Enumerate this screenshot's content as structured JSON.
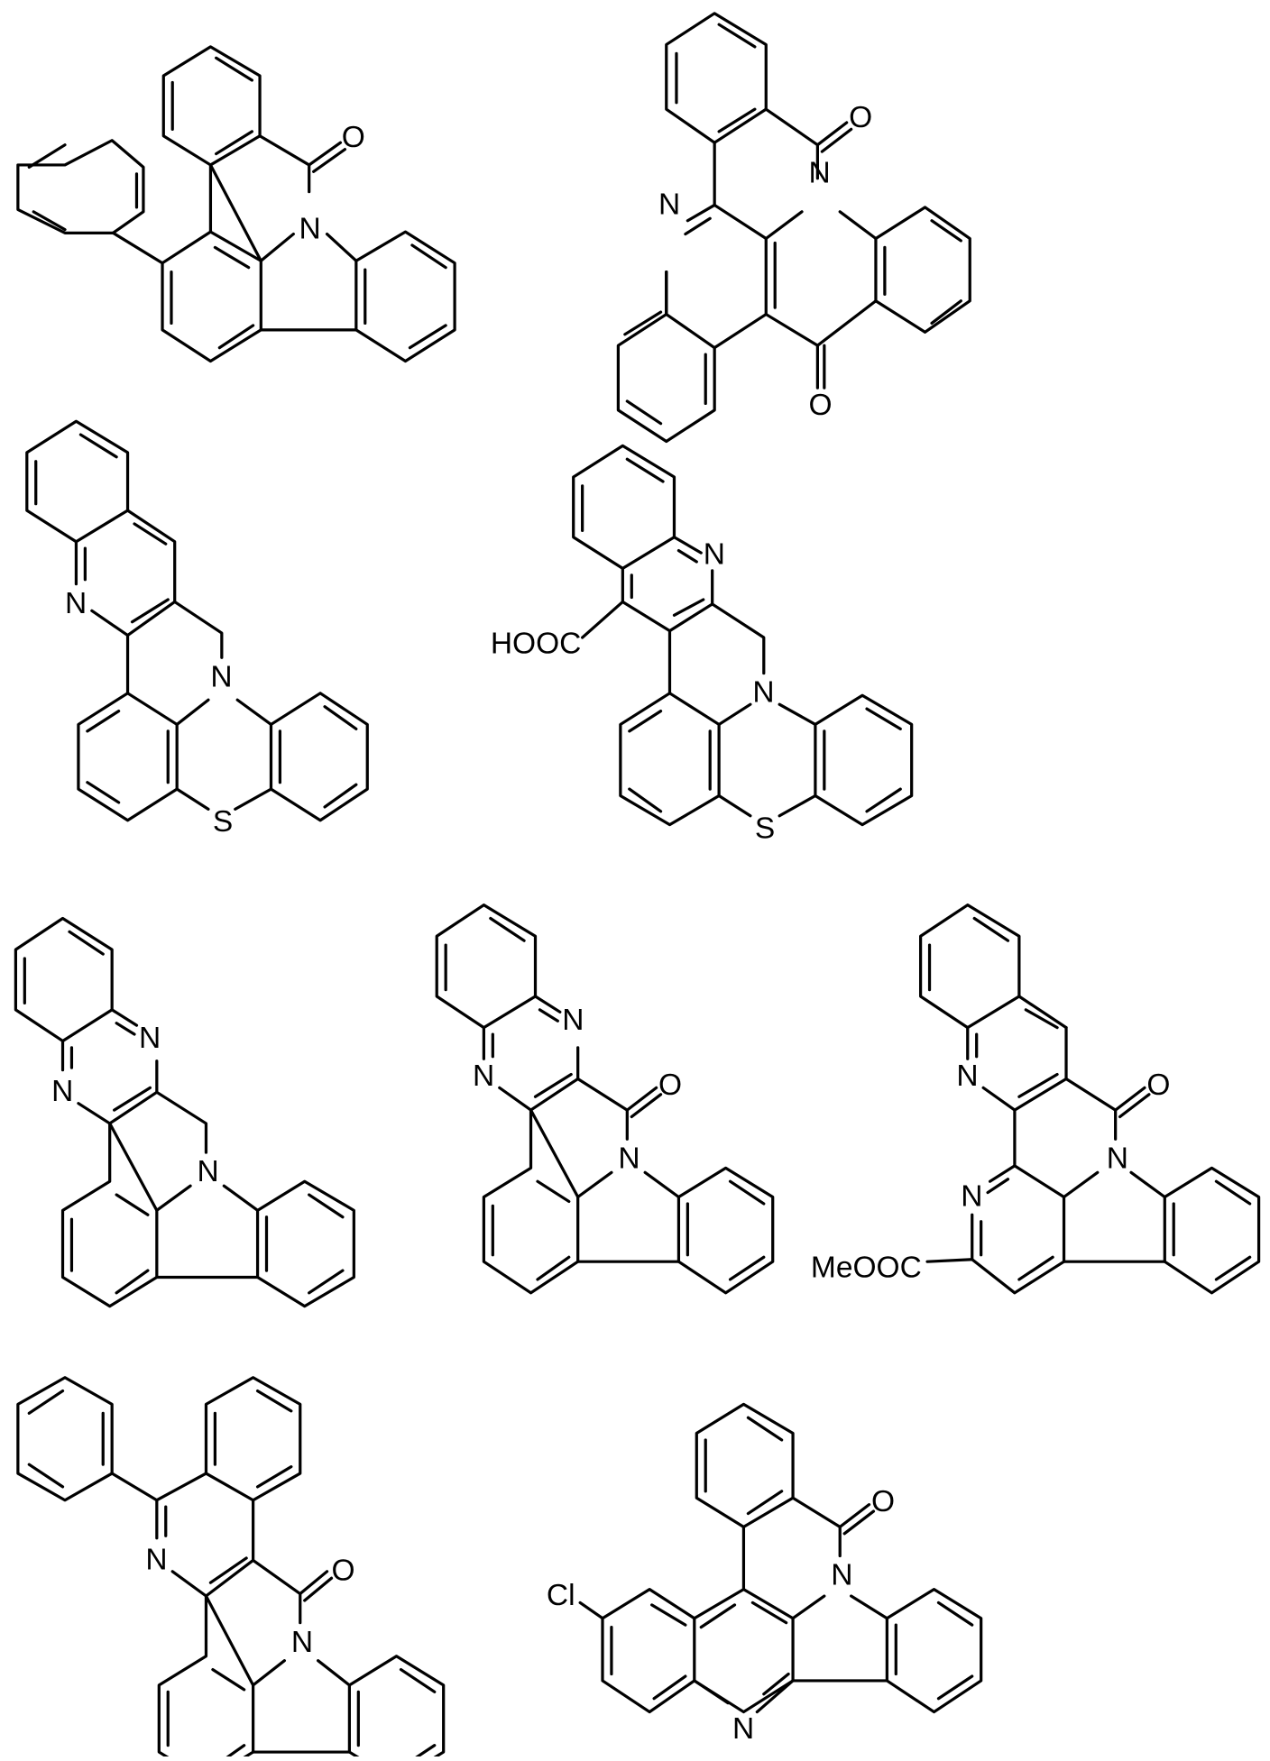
{
  "figure": {
    "description": "Chemical structures of fused polycyclic heteroaromatic compounds",
    "background": "#ffffff",
    "line_color": "#000000"
  },
  "molecules": [
    {
      "id": 1,
      "row": 1,
      "atoms": [
        "O",
        "N"
      ],
      "substituent": "phenyl"
    },
    {
      "id": 2,
      "row": 1,
      "atoms": [
        "O",
        "N",
        "N",
        "O"
      ]
    },
    {
      "id": 3,
      "row": 2,
      "atoms": [
        "N",
        "N",
        "S"
      ]
    },
    {
      "id": 4,
      "row": 2,
      "atoms": [
        "N",
        "N",
        "S"
      ],
      "substituent": "HOOC"
    },
    {
      "id": 5,
      "row": 3,
      "atoms": [
        "N",
        "N",
        "N"
      ]
    },
    {
      "id": 6,
      "row": 3,
      "atoms": [
        "N",
        "N",
        "O",
        "N"
      ]
    },
    {
      "id": 7,
      "row": 3,
      "atoms": [
        "N",
        "O",
        "N",
        "N"
      ],
      "substituent": "MeOOC"
    },
    {
      "id": 8,
      "row": 4,
      "atoms": [
        "N",
        "O",
        "N"
      ],
      "substituent": "phenyl"
    },
    {
      "id": 9,
      "row": 4,
      "atoms": [
        "O",
        "N",
        "N"
      ],
      "substituent": "Cl"
    }
  ],
  "labels": {
    "O": "O",
    "N": "N",
    "S": "S",
    "HOOC": "HOOC",
    "MeOOC": "MeOOC",
    "Cl": "Cl"
  }
}
